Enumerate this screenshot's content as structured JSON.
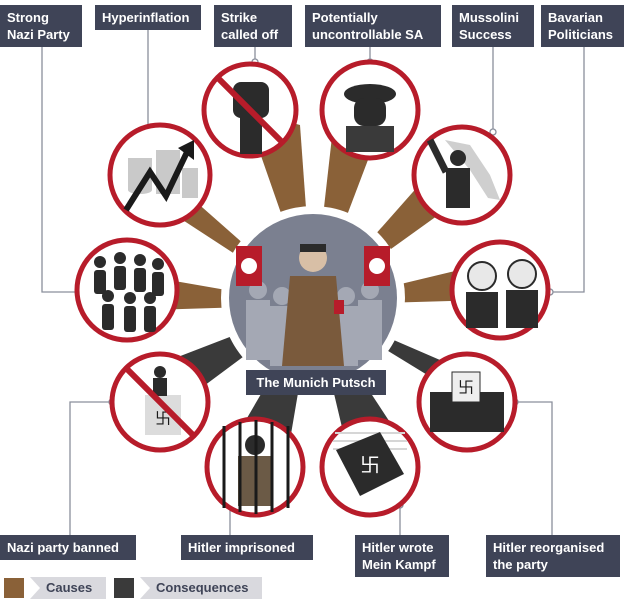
{
  "center_title": "The Munich Putsch",
  "causes": [
    {
      "label": "Strong\nNazi Party",
      "icon": "crowd-icon"
    },
    {
      "label": "Hyperinflation",
      "icon": "hyperinflation-graph-icon"
    },
    {
      "label": "Strike\ncalled off",
      "icon": "raised-fist-crossed-icon"
    },
    {
      "label": "Potentially\nuncontrollable SA",
      "icon": "sa-officer-icon"
    },
    {
      "label": "Mussolini\nSuccess",
      "icon": "mussolini-italy-icon"
    },
    {
      "label": "Bavarian\nPoliticians",
      "icon": "bavarian-politicians-icon"
    }
  ],
  "consequences": [
    {
      "label": "Nazi party banned",
      "icon": "banned-rally-icon"
    },
    {
      "label": "Hitler imprisoned",
      "icon": "prison-bars-icon"
    },
    {
      "label": "Hitler wrote\nMein Kampf",
      "icon": "book-icon"
    },
    {
      "label": "Hitler reorganised\nthe party",
      "icon": "ballot-box-icon"
    }
  ],
  "legend": [
    {
      "label": "Causes",
      "color": "#8a6138"
    },
    {
      "label": "Consequences",
      "color": "#3a3a3a"
    }
  ],
  "colors": {
    "cause_sector": "#8a6138",
    "consequence_sector": "#3a3a3a",
    "circle_ring": "#b71c2a",
    "label_bg": "#3f4457",
    "connector": "#8a8f9c"
  }
}
